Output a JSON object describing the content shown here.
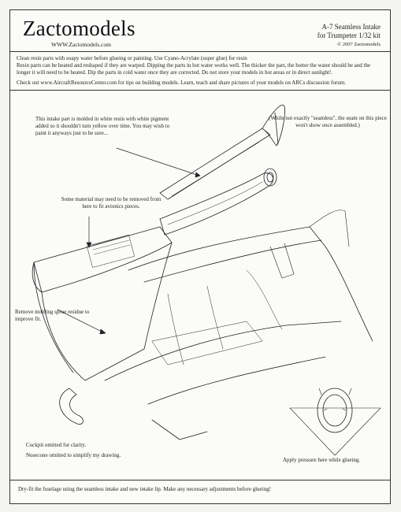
{
  "header": {
    "logo": "Zactomodels",
    "website": "WWW.Zactomodels.com",
    "kit_title": "A-7 Seamless Intake",
    "kit_subtitle": "for Trumpeter 1/32 kit",
    "copyright": "© 2007 Zactomodels"
  },
  "intro": {
    "line1": "Clean resin parts with soapy water before glueing or painting. Use Cyano-Acrylate (super glue) for resin",
    "line2": "Resin parts can be heated and reshaped if they are warped. Dipping the parts in hot water works well. The thicker the part, the hotter the water should be and the longer it will need to be heated. Dip the parts in cold water once they are corrected. Do not store your models in hot areas or in direct sunlight!.",
    "line3": "Check out www.AircraftResourceCenter.com for tips on building models. Learn, teach and share pictures of your models on ARCs discussion forum."
  },
  "notes": {
    "seamless": "(While not exactly \"seamless\", the seam on this piece won't show once assembled.)",
    "resin": "This intake part is molded in white resin with white pigment added so it shouldn't turn yellow over time. You may wish to paint it anyways just to be sure...",
    "avionics": "Some material may need to be removed from here to fit avionics pieces.",
    "sprue": "Remove molding sprue residue to improve fit.",
    "cockpit": "Cockpit omitted for clarity.",
    "nosecone": "Nosecone omitted to simplify my drawing.",
    "pressure": "Apply pressure here while glueing.",
    "dryfit": "Dry-fit the fuselage using the seamless intake and new intake lip. Make any necessary adjustments before glueing!"
  },
  "colors": {
    "ink": "#1a1a1a",
    "paper": "#fbfbf9"
  }
}
